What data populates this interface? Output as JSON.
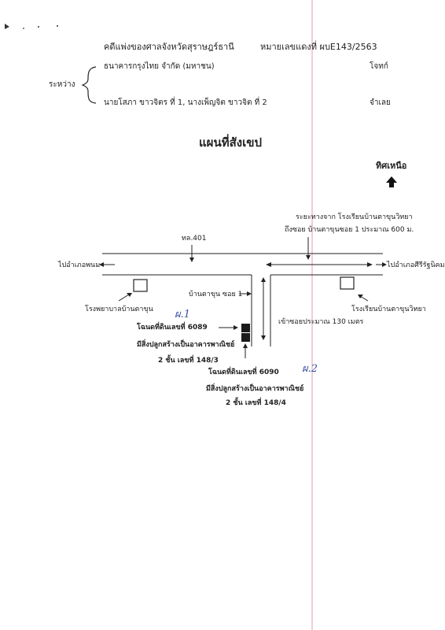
{
  "header": {
    "case_title": "คดีแพ่งของศาลจังหวัดสุราษฎร์ธานี",
    "case_number": "หมายเลขแดงที่  ผบE143/2563",
    "between_label": "ระหว่าง",
    "plaintiff_name": "ธนาคารกรุงไทย  จำกัด  (มหาชน)",
    "plaintiff_role": "โจทก์",
    "defendant_names": "นายโสภา  ขาวจิตร ที่ 1, นางเพ็ญจิต ขาวจิต ที่ 2",
    "defendant_role": "จำเลย"
  },
  "map": {
    "title": "แผนที่สังเขป",
    "north_label": "ทิศเหนือ",
    "distance_note_line1": "ระยะทางจาก โรงเรียนบ้านตาขุนวิทยา",
    "distance_note_line2": "ถึงซอย บ้านตาขุนซอย 1 ประมาณ 600 ม.",
    "highway_label": "ทล.401",
    "to_west": "ไปอำเภอพนม",
    "to_east": "ไปอำเภอศีรีรัฐนิคม",
    "hospital_label": "โรงพยาบาลบ้านตาขุน",
    "school_label": "โรงเรียนบ้านตาขุนวิทยา",
    "soi_label": "บ้านตาขุน ซอย 1",
    "soi_distance": "เข้าซอยประมาณ 130 เมตร",
    "plot1_label": "โฉนดที่ดินเลขที่ 6089",
    "plot1_building_line1": "มีสิ่งปลูกสร้างเป็นอาคารพาณิชย์",
    "plot1_building_line2": "2 ชั้น เลขที่ 148/3",
    "plot2_label": "โฉนดที่ดินเลขที่ 6090",
    "plot2_building_line1": "มีสิ่งปลูกสร้างเป็นอาคารพาณิชย์",
    "plot2_building_line2": "2 ชั้น เลขที่ 148/4",
    "handwritten_1": "ผ.1",
    "handwritten_2": "ผ.2"
  },
  "colors": {
    "ink": "#222222",
    "pen": "#3a4fa0",
    "vertical_rule": "#d05070",
    "building_fill": "#1a1a1a"
  }
}
